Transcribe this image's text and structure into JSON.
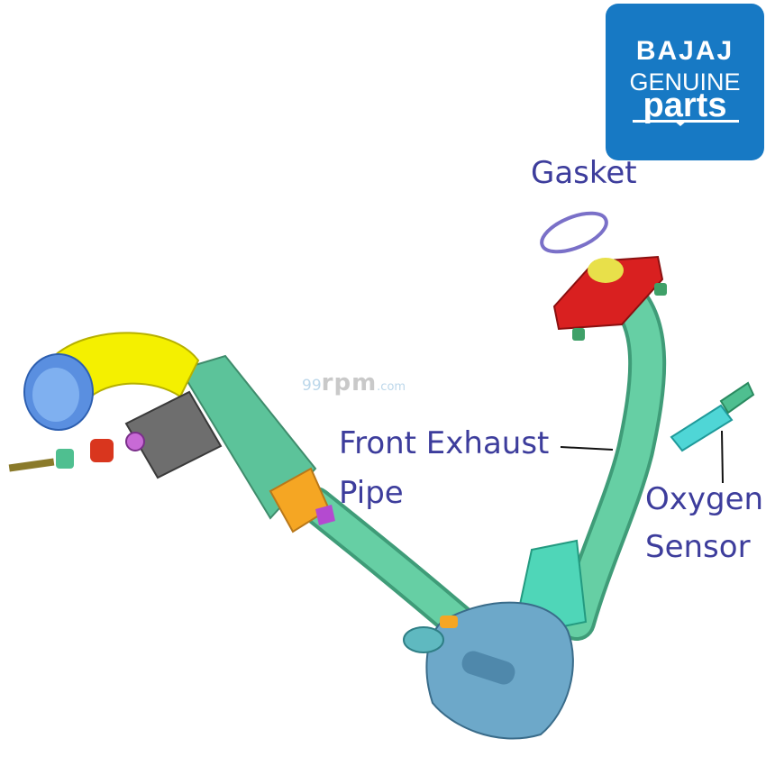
{
  "logo": {
    "brand": "BAJAJ",
    "line1": "GENUINE",
    "line2": "parts",
    "bg_color": "#1779c4"
  },
  "watermark": {
    "prefix": "99",
    "main": "rpm",
    "suffix": ".com"
  },
  "labels": {
    "gasket": "Gasket",
    "front_exhaust_line1": "Front Exhaust",
    "front_exhaust_line2": "Pipe",
    "oxygen_line1": "Oxygen",
    "oxygen_line2": "Sensor"
  },
  "colors": {
    "label_text": "#3d3d9c",
    "pipe_green": "#5cc39a",
    "muffler_yellow": "#f4f000",
    "flange_red": "#d92020",
    "converter_orange": "#f5a623",
    "heat_shield_blue": "#6da8c9",
    "sensor_cyan": "#4fd6d6"
  }
}
